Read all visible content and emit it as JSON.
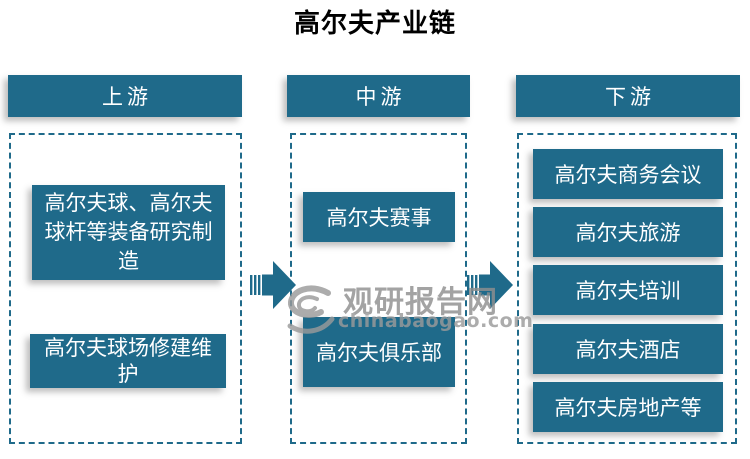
{
  "title": "高尔夫产业链",
  "colors": {
    "accent_teal": "#1F6A8A",
    "watermark_grey": "#9A9A9A",
    "title_black": "#000000"
  },
  "columns": [
    {
      "id": "upstream",
      "header": "上游",
      "items": [
        "高尔夫球、高尔夫球杆等装备研究制造",
        "高尔夫球场修建维护"
      ]
    },
    {
      "id": "midstream",
      "header": "中游",
      "items": [
        "高尔夫赛事",
        "高尔夫俱乐部"
      ]
    },
    {
      "id": "downstream",
      "header": "下游",
      "items": [
        "高尔夫商务会议",
        "高尔夫旅游",
        "高尔夫培训",
        "高尔夫酒店",
        "高尔夫房地产等"
      ]
    }
  ],
  "flow_arrows": [
    "upstream-to-midstream",
    "midstream-to-downstream"
  ],
  "watermark": {
    "logo_icon": "guanyan-eye-logo",
    "name": "观研报告网",
    "domain": "chinabaogao.com"
  }
}
